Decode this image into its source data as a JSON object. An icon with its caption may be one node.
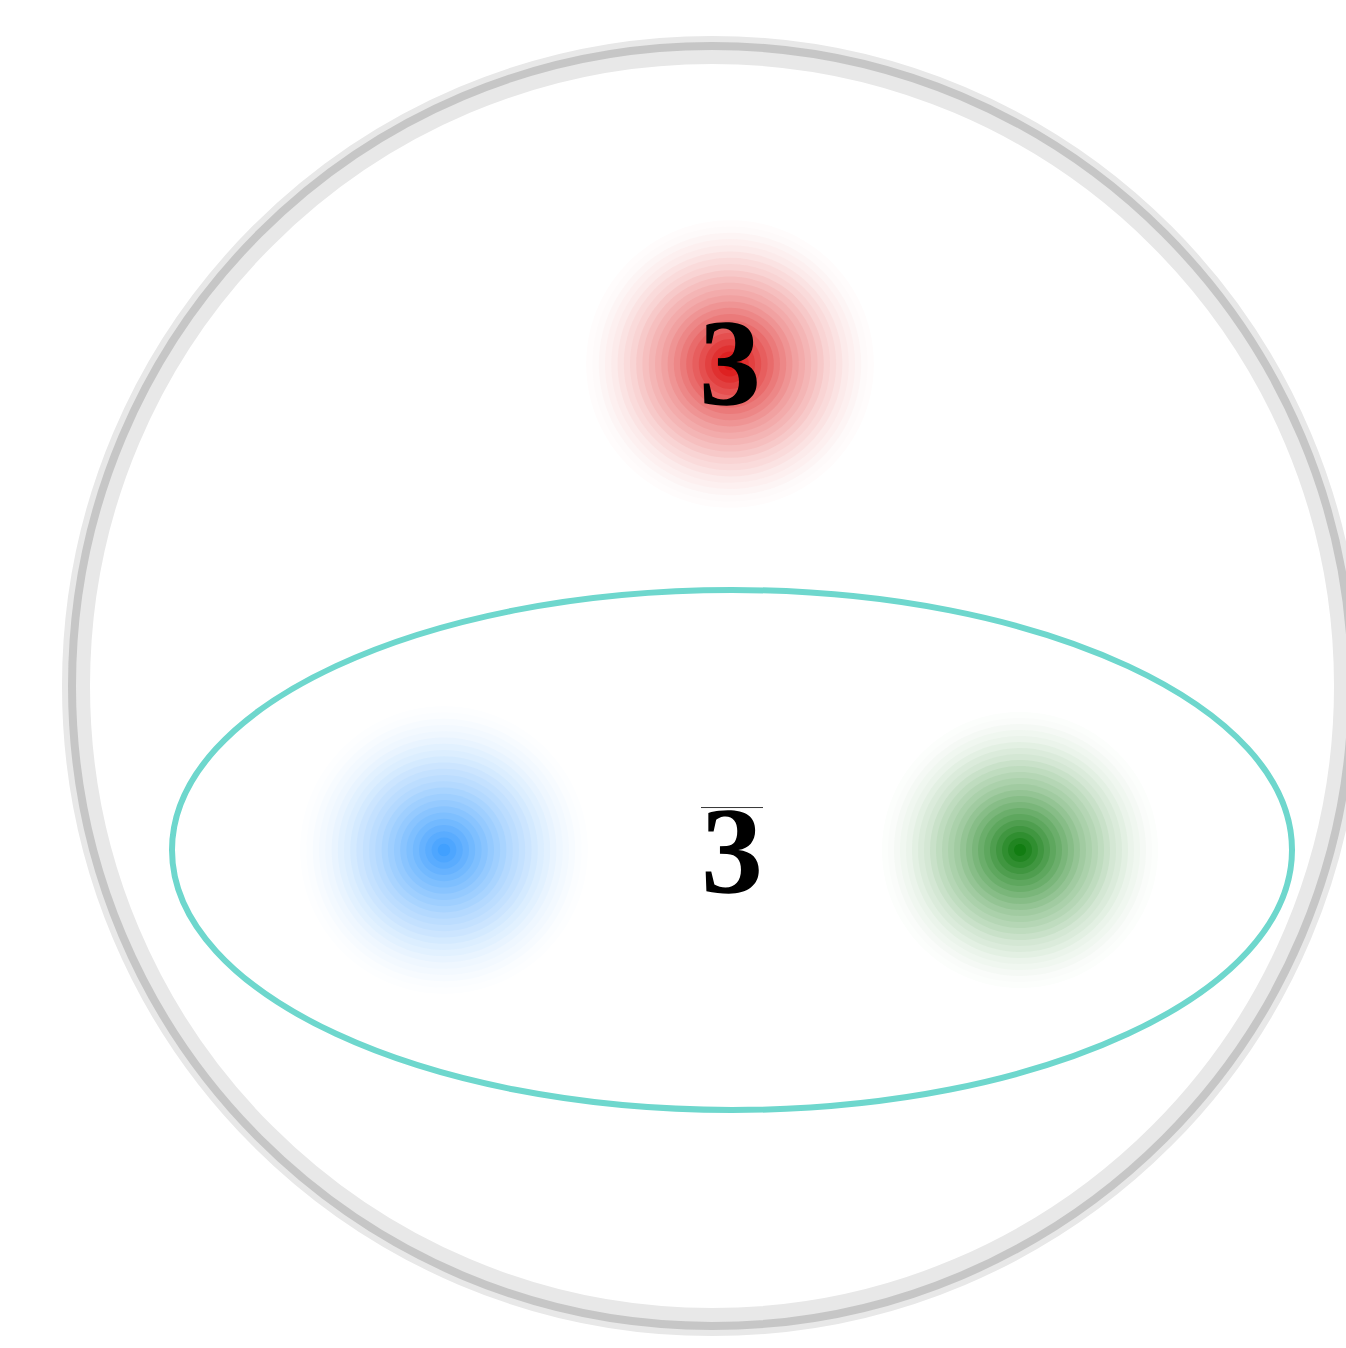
{
  "diagram": {
    "nodes": [
      {
        "text": [],
        "shape": "circle"
      },
      {
        "text": [
          "\\mathbf{3}"
        ],
        "in": 0
      },
      {
        "text": [
          "\\overline{\\mathbf{3}}"
        ],
        "in": 0
      },
      {
        "text": [],
        "shape": "circle",
        "in": 2
      },
      {
        "text": [],
        "shape": "circle",
        "in": 2
      }
    ]
  }
}
